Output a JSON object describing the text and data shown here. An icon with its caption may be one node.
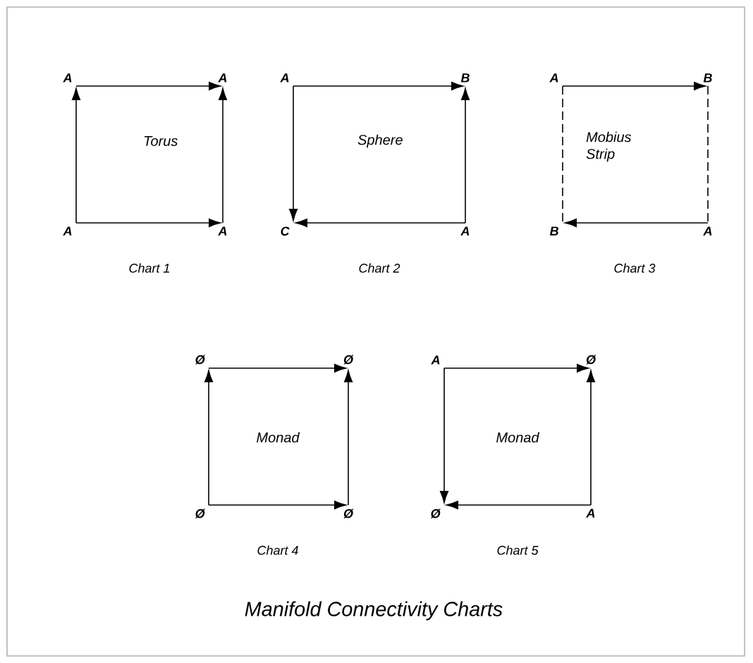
{
  "diagram": {
    "title": "Manifold Connectivity Charts",
    "nodes": [
      {
        "text": [
          "A"
        ]
      },
      {
        "text": [
          "A"
        ]
      },
      {
        "text": [
          "A"
        ]
      },
      {
        "text": [
          "A"
        ]
      },
      {
        "text": [
          "A"
        ]
      },
      {
        "text": [
          "B"
        ]
      },
      {
        "text": [
          "C"
        ]
      },
      {
        "text": [
          "A"
        ]
      },
      {
        "text": [
          "A"
        ]
      },
      {
        "text": [
          "B"
        ]
      },
      {
        "text": [
          "B"
        ]
      },
      {
        "text": [
          "A"
        ]
      },
      {
        "text": [
          "Ø"
        ]
      },
      {
        "text": [
          "Ø"
        ]
      },
      {
        "text": [
          "Ø"
        ]
      },
      {
        "text": [
          "Ø"
        ]
      },
      {
        "text": [
          "A"
        ]
      },
      {
        "text": [
          "Ø"
        ]
      },
      {
        "text": [
          "Ø"
        ]
      },
      {
        "text": [
          "A"
        ]
      }
    ],
    "edges": [
      {
        "from": 2,
        "to": 0,
        "arrow": "to"
      },
      {
        "from": 0,
        "to": 1,
        "arrow": "to"
      },
      {
        "from": 3,
        "to": 1,
        "arrow": "to"
      },
      {
        "from": 2,
        "to": 3,
        "arrow": "to"
      },
      {
        "from": 4,
        "to": 5,
        "arrow": "to"
      },
      {
        "from": 7,
        "to": 5,
        "arrow": "to"
      },
      {
        "from": 4,
        "to": 6,
        "arrow": "to"
      },
      {
        "from": 7,
        "to": 6,
        "arrow": "to"
      },
      {
        "from": 8,
        "to": 9,
        "arrow": "to"
      },
      {
        "from": 11,
        "to": 10,
        "arrow": "to"
      },
      {
        "from": 8,
        "to": 10,
        "arrow": "none",
        "style": "dashed"
      },
      {
        "from": 9,
        "to": 11,
        "arrow": "none",
        "style": "dashed"
      },
      {
        "from": 14,
        "to": 12,
        "arrow": "to"
      },
      {
        "from": 12,
        "to": 13,
        "arrow": "to"
      },
      {
        "from": 15,
        "to": 13,
        "arrow": "to"
      },
      {
        "from": 14,
        "to": 15,
        "arrow": "to"
      },
      {
        "from": 16,
        "to": 17,
        "arrow": "to"
      },
      {
        "from": 19,
        "to": 17,
        "arrow": "to"
      },
      {
        "from": 16,
        "to": 18,
        "arrow": "to"
      },
      {
        "from": 19,
        "to": 18,
        "arrow": "to"
      }
    ],
    "labels": [
      "Torus",
      "Chart 1",
      "Sphere",
      "Chart 2",
      "Mobius Strip",
      "Chart 3",
      "Monad",
      "Chart 4",
      "Monad",
      "Chart 5"
    ]
  }
}
